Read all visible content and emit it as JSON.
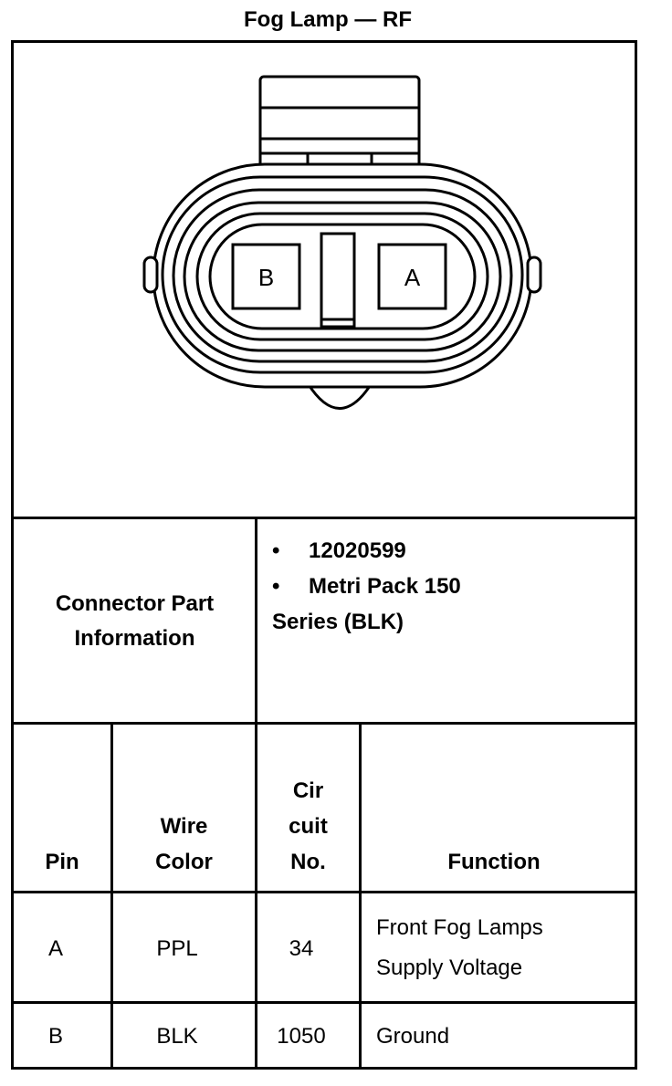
{
  "title": "Fog Lamp — RF",
  "connector": {
    "cavity_left": "B",
    "cavity_right": "A"
  },
  "connector_info": {
    "label_line1": "Connector Part",
    "label_line2": "Information",
    "bullet_symbol": "•",
    "items": [
      {
        "text": "12020599",
        "continuation": ""
      },
      {
        "text": "Metri Pack 150",
        "continuation": "Series (BLK)"
      }
    ]
  },
  "table": {
    "headers": {
      "pin": "Pin",
      "wire_color_line1": "Wire",
      "wire_color_line2": "Color",
      "circuit_line1": "Cir",
      "circuit_line2": "cuit",
      "circuit_line3": "No.",
      "function": "Function"
    },
    "rows": [
      {
        "pin": "A",
        "wire_color": "PPL",
        "circuit": "34",
        "function_line1": "Front Fog Lamps",
        "function_line2": "Supply Voltage"
      },
      {
        "pin": "B",
        "wire_color": "BLK",
        "circuit": "1050",
        "function_line1": "Ground",
        "function_line2": ""
      }
    ]
  }
}
